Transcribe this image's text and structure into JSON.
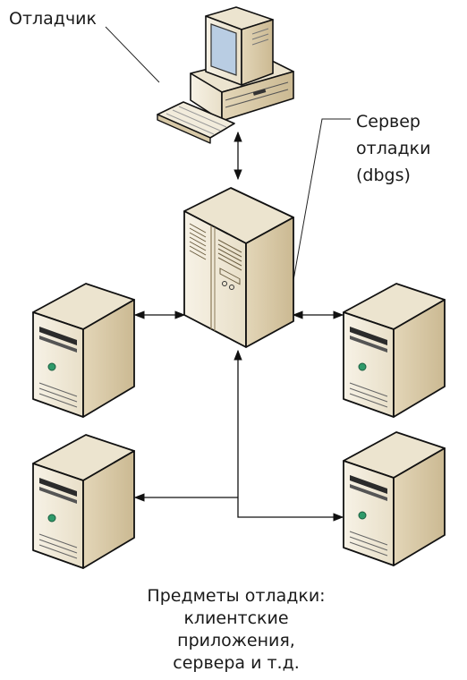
{
  "labels": {
    "debugger": "Отладчик",
    "server": [
      "Сервер",
      "отладки",
      "(dbgs)"
    ],
    "targets": [
      "Предметы отладки:",
      "клиентские",
      "приложения,",
      "сервера и т.д."
    ]
  },
  "colors": {
    "case_front": "#f2ecdc",
    "case_side": "#d8c9a7",
    "case_top": "#ece4cf",
    "outline": "#111111",
    "indicator": "#2f9a6a",
    "screen": "#b9cde3"
  },
  "nodes": [
    {
      "id": "debugger-workstation",
      "kind": "computer"
    },
    {
      "id": "debug-server",
      "kind": "server"
    },
    {
      "id": "target-left-top",
      "kind": "tower"
    },
    {
      "id": "target-right-top",
      "kind": "tower"
    },
    {
      "id": "target-left-bottom",
      "kind": "tower"
    },
    {
      "id": "target-right-bottom",
      "kind": "tower"
    }
  ]
}
